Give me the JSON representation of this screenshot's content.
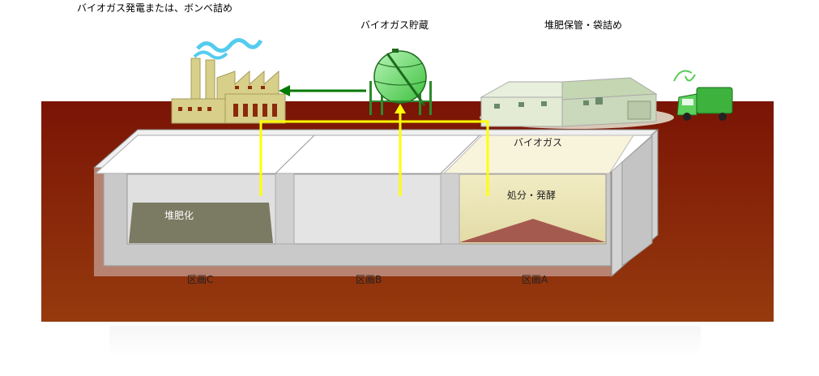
{
  "labels": {
    "biogas_power": "バイオガス発電または、ボンベ詰め",
    "biogas_storage": "バイオガス貯蔵",
    "compost_storage": "堆肥保管・袋詰め",
    "biogas": "バイオガス",
    "disposal_fermentation": "処分・発酵",
    "composting": "堆肥化",
    "section_c": "区画C",
    "section_b": "区画B",
    "section_a": "区画A"
  },
  "colors": {
    "ground": "#8b2a0a",
    "pipe": "#ffff00",
    "arrow_green": "#007a00",
    "factory": "#d8cf8a",
    "tank": "#66dd66",
    "warehouse": "#d8e4c8"
  }
}
